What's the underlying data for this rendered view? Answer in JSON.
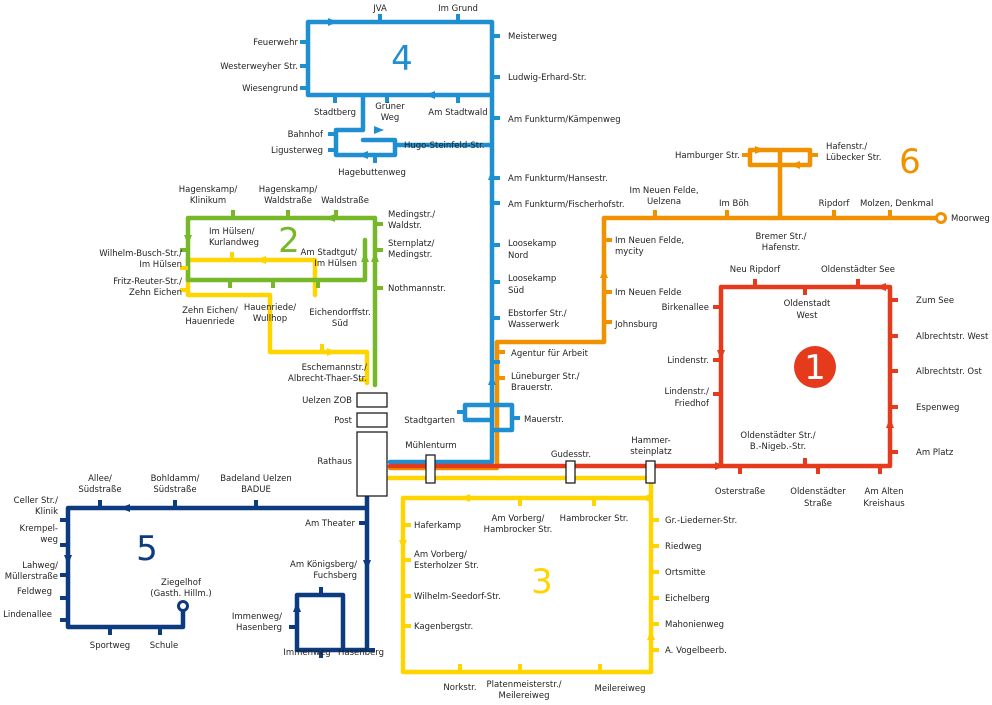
{
  "colors": {
    "line1": "#e53a1c",
    "line2": "#76b82a",
    "line3": "#ffd500",
    "line4": "#1f8fd1",
    "line5": "#0d3b7f",
    "line6": "#f29100"
  },
  "lines": [
    {
      "number": "1",
      "color": "#e53a1c"
    },
    {
      "number": "2",
      "color": "#76b82a"
    },
    {
      "number": "3",
      "color": "#ffd500"
    },
    {
      "number": "4",
      "color": "#1f8fd1"
    },
    {
      "number": "5",
      "color": "#0d3b7f"
    },
    {
      "number": "6",
      "color": "#f29100"
    }
  ],
  "central_stops": {
    "uelzen_zob": "Uelzen ZOB",
    "post": "Post",
    "rathaus": "Rathaus",
    "muehlenturm": "Mühlenturm",
    "gudesstr": "Gudesstr.",
    "hammersteinplatz": [
      "Hammer-",
      "steinplatz"
    ]
  },
  "line1_stops": {
    "neu_ripdorf": "Neu Ripdorf",
    "oldenstaedter_see": "Oldenstädter See",
    "oldenstadt_west": [
      "Oldenstadt",
      "West"
    ],
    "birkenallee": "Birkenallee",
    "zum_see": "Zum See",
    "albrechtstr_west": "Albrechtstr. West",
    "lindenstr": "Lindenstr.",
    "albrechtstr_ost": "Albrechtstr. Ost",
    "lindenstr_friedhof": [
      "Lindenstr./",
      "Friedhof"
    ],
    "espenweg": "Espenweg",
    "oldenstaedter_str": [
      "Oldenstädter Str./",
      "B.-Nigeb.-Str."
    ],
    "am_platz": "Am Platz",
    "osterstrasse": "Osterstraße",
    "oldenstaedter_strasse": [
      "Oldenstädter",
      "Straße"
    ],
    "am_alten_kreishaus": [
      "Am Alten",
      "Kreishaus"
    ]
  },
  "line2_stops": {
    "hagenskamp_klinikum": [
      "Hagenskamp/",
      "Klinikum"
    ],
    "hagenskamp_waldstrasse": [
      "Hagenskamp/",
      "Waldstraße"
    ],
    "waldstrasse": "Waldstraße",
    "medingstr_waldstr": [
      "Medingstr./",
      "Waldstr."
    ],
    "im_huelsen_kurlandweg": [
      "Im Hülsen/",
      "Kurlandweg"
    ],
    "sternplatz_medingstr": [
      "Sternplatz/",
      "Medingstr."
    ],
    "wilhelm_busch_str": [
      "Wilhelm-Busch-Str./",
      "Im Hülsen"
    ],
    "am_stadtgut_im_huelsen": [
      "Am Stadtgut/",
      "Im Hülsen"
    ],
    "fritz_reuter_str": [
      "Fritz-Reuter-Str./",
      "Zehn Eichen"
    ],
    "nothmannstr": "Nothmannstr.",
    "zehn_eichen_hauenriede": [
      "Zehn Eichen/",
      "Hauenriede"
    ],
    "hauenriede_wullhop": [
      "Hauenriede/",
      "Wullhop"
    ],
    "eichendorffstr_sued": [
      "Eichendorffstr.",
      "Süd"
    ],
    "eschemannstr": [
      "Eschemannstr./",
      "Albrecht-Thaer-Str."
    ]
  },
  "line3_stops": {
    "haferkamp": "Haferkamp",
    "am_vorberg_hambrocker": [
      "Am Vorberg/",
      "Hambrocker Str."
    ],
    "hambrocker_str": "Hambrocker Str.",
    "gr_liederner_str": "Gr.-Liederner-Str.",
    "am_vorberg_esterholzer": [
      "Am Vorberg/",
      "Esterholzer Str."
    ],
    "riedweg": "Riedweg",
    "ortsmitte": "Ortsmitte",
    "wilhelm_seedorf_str": "Wilhelm-Seedorf-Str.",
    "eichelberg": "Eichelberg",
    "kagenbergstr": "Kagenbergstr.",
    "mahonienweg": "Mahonienweg",
    "a_vogelbeerb": "A. Vogelbeerb.",
    "norkstr": "Norkstr.",
    "platenmeisterstr": [
      "Platenmeisterstr./",
      "Meilereiweg"
    ],
    "meilereiweg": "Meilereiweg"
  },
  "line4_stops": {
    "jva": "JVA",
    "im_grund": "Im Grund",
    "feuerwehr": "Feuerwehr",
    "meisterweg": "Meisterweg",
    "westerweyher_str": "Westerweyher Str.",
    "ludwig_erhard_str": "Ludwig-Erhard-Str.",
    "wiesengrund": "Wiesengrund",
    "stadtberg": "Stadtberg",
    "gruener_weg": [
      "Grüner",
      "Weg"
    ],
    "am_stadtwald": "Am Stadtwald",
    "am_funkturm_kaempenweg": "Am Funkturm/Kämpenweg",
    "bahnhof": "Bahnhof",
    "ligusterweg": "Ligusterweg",
    "hugo_steinfeld_str": "Hugo-Steinfeld-Str.",
    "hagebuttenweg": "Hagebuttenweg",
    "am_funkturm_hansestr": "Am Funkturm/Hansestr.",
    "am_funkturm_fischerhofstr": "Am Funkturm/Fischerhofstr.",
    "loosekamp_nord": [
      "Loosekamp",
      "Nord"
    ],
    "loosekamp_sued": [
      "Loosekamp",
      "Süd"
    ],
    "ebstorfer_str": [
      "Ebstorfer Str./",
      "Wasserwerk"
    ],
    "stadtgarten": "Stadtgarten",
    "mauerstr": "Mauerstr."
  },
  "line5_stops": {
    "allee_suedstrasse": [
      "Allee/",
      "Südstraße"
    ],
    "bohldamm_suedstrasse": [
      "Bohldamm/",
      "Südstraße"
    ],
    "badeland": [
      "Badeland Uelzen",
      "BADUE"
    ],
    "celler_str_klinik": [
      "Celler Str./",
      "Klinik"
    ],
    "krempelweg": [
      "Krempel-",
      "weg"
    ],
    "am_theater": "Am Theater",
    "lahweg": [
      "Lahweg/",
      "Müllerstraße"
    ],
    "ziegelhof": [
      "Ziegelhof",
      "(Gasth. Hillm.)"
    ],
    "feldweg": "Feldweg",
    "am_koenigsberg": [
      "Am Königsberg/",
      "Fuchsberg"
    ],
    "lindenallee": "Lindenallee",
    "immenweg_hasenberg": [
      "Immenweg/",
      "Hasenberg"
    ],
    "sportweg": "Sportweg",
    "schule": "Schule",
    "immenweg": "Immenweg",
    "hasenberg": "Hasenberg"
  },
  "line6_stops": {
    "hamburger_str": "Hamburger Str.",
    "hafenstr_luebecker": [
      "Hafenstr./",
      "Lübecker Str."
    ],
    "im_neuen_felde_uelzena": [
      "Im Neuen Felde,",
      "Uelzena"
    ],
    "im_boeh": "Im Böh",
    "ripdorf": "Ripdorf",
    "molzen_denkmal": "Molzen, Denkmal",
    "moorweg": "Moorweg",
    "bremer_str_hafenstr": [
      "Bremer Str./",
      "Hafenstr."
    ],
    "im_neuen_felde_mycity": [
      "Im Neuen Felde,",
      "mycity"
    ],
    "im_neuen_felde": "Im Neuen Felde",
    "johnsburg": "Johnsburg",
    "agentur_fuer_arbeit": "Agentur für Arbeit",
    "lueneburger_str": [
      "Lüneburger Str./",
      "Brauerstr."
    ]
  }
}
